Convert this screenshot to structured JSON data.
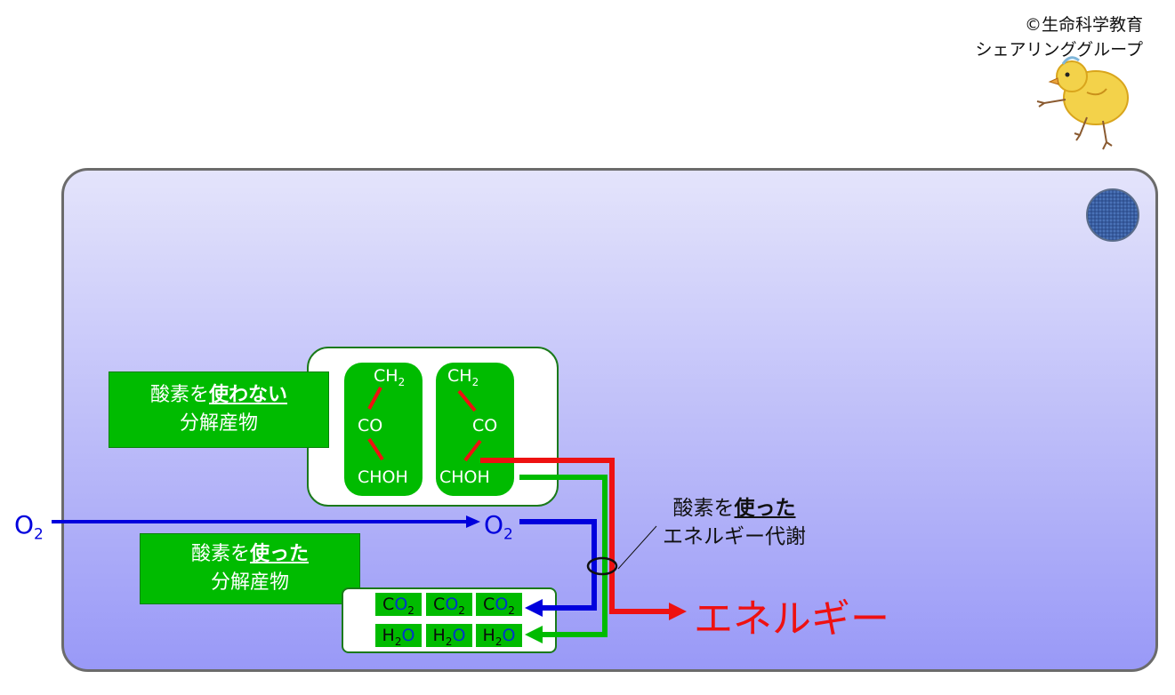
{
  "credit": {
    "line1": "©生命科学教育",
    "line2": "シェアリンググループ"
  },
  "labels": {
    "anaerobic": {
      "prefix": "酸素を",
      "emph": "使わない",
      "line2": "分解産物"
    },
    "aerobic_products": {
      "prefix": "酸素を",
      "emph": "使った",
      "line2": "分解産物"
    },
    "aerobic_metabolism": {
      "prefix": "酸素を",
      "emph": "使った",
      "line2": "エネルギー代謝"
    },
    "energy": "エネルギー"
  },
  "molecule": {
    "ch": "CH",
    "ch_sub": "2",
    "co": "CO",
    "choh": "CHOH"
  },
  "oxygen": {
    "o": "O",
    "sub": "2"
  },
  "products": {
    "co2": {
      "c": "C",
      "o": "O",
      "sub": "2"
    },
    "h2o": {
      "h": "H",
      "sub": "2",
      "o": "O"
    }
  },
  "colors": {
    "arrow_red": "#ee1111",
    "arrow_green": "#00bb00",
    "arrow_blue": "#0000dd"
  },
  "icons": {
    "mascot": "chick-illustration-icon",
    "nucleus": "nucleus-circle-icon"
  }
}
